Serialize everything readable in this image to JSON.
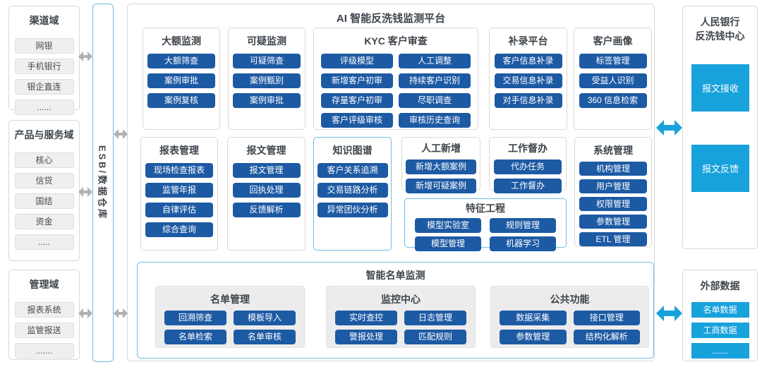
{
  "left_column": {
    "groups": [
      {
        "title": "渠道域",
        "items": [
          "网银",
          "手机银行",
          "银企直连",
          "......"
        ]
      },
      {
        "title": "产品与服务域",
        "items": [
          "核心",
          "信贷",
          "国结",
          "资金",
          "....."
        ]
      },
      {
        "title": "管理域",
        "items": [
          "报表系统",
          "监管报送",
          "......."
        ]
      }
    ]
  },
  "esb": {
    "label": "ESB/数据仓库"
  },
  "platform": {
    "title": "AI 智能反洗钱监测平台",
    "modules_row1": [
      {
        "title": "大额监测",
        "buttons": [
          "大额筛查",
          "案例审批",
          "案例复核"
        ]
      },
      {
        "title": "可疑监测",
        "buttons": [
          "可疑筛查",
          "案例甄别",
          "案例审批"
        ]
      },
      {
        "title": "KYC 客户审查",
        "buttons": [
          "评级模型",
          "人工调整",
          "新增客户初审",
          "持续客户识别",
          "存量客户初审",
          "尽职调查",
          "客户评级审核",
          "审核历史查询"
        ]
      },
      {
        "title": "补录平台",
        "buttons": [
          "客户信息补录",
          "交易信息补录",
          "对手信息补录"
        ]
      },
      {
        "title": "客户画像",
        "buttons": [
          "标签管理",
          "受益人识别",
          "360 信息检索"
        ]
      }
    ],
    "modules_row2": [
      {
        "title": "报表管理",
        "buttons": [
          "现场检查报表",
          "监管年报",
          "自律评估",
          "综合查询"
        ]
      },
      {
        "title": "报文管理",
        "buttons": [
          "报文管理",
          "回执处理",
          "反馈解析"
        ]
      },
      {
        "title": "知识图谱",
        "buttons": [
          "客户关系追溯",
          "交易链路分析",
          "异常团伙分析"
        ]
      },
      {
        "title": "人工新增",
        "buttons": [
          "新增大额案例",
          "新增可疑案例"
        ]
      },
      {
        "title": "工作督办",
        "buttons": [
          "代办任务",
          "工作督办"
        ]
      },
      {
        "title": "系统管理",
        "buttons": [
          "机构管理",
          "用户管理",
          "权限管理",
          "参数管理",
          "ETL 管理"
        ]
      }
    ],
    "feature_engineering": {
      "title": "特征工程",
      "buttons": [
        "模型实验室",
        "规则管理",
        "模型管理",
        "机器学习"
      ]
    },
    "smart_list": {
      "title": "智能名单监测",
      "groups": [
        {
          "title": "名单管理",
          "buttons": [
            "回溯筛查",
            "模板导入",
            "名单检索",
            "名单审核"
          ]
        },
        {
          "title": "监控中心",
          "buttons": [
            "实时查控",
            "日志管理",
            "警报处理",
            "匹配规则"
          ]
        },
        {
          "title": "公共功能",
          "buttons": [
            "数据采集",
            "接口管理",
            "参数管理",
            "结构化解析"
          ]
        }
      ]
    }
  },
  "right_column": {
    "pboc": {
      "title_lines": [
        "人民银行",
        "反洗钱中心"
      ],
      "blocks": [
        "报文接收",
        "报文反馈"
      ]
    },
    "external": {
      "title": "外部数据",
      "items": [
        "名单数据",
        "工商数据",
        "......."
      ]
    }
  },
  "colors": {
    "primary_chip": "#1D5AA4",
    "accent_blue": "#18A2DC",
    "highlight_border": "#74BCE4",
    "box_border": "#D8D8D8",
    "chip_gray_bg": "#EFEFEF",
    "arrow_gray": "#B0B0B0",
    "title_text": "#3E454C"
  }
}
